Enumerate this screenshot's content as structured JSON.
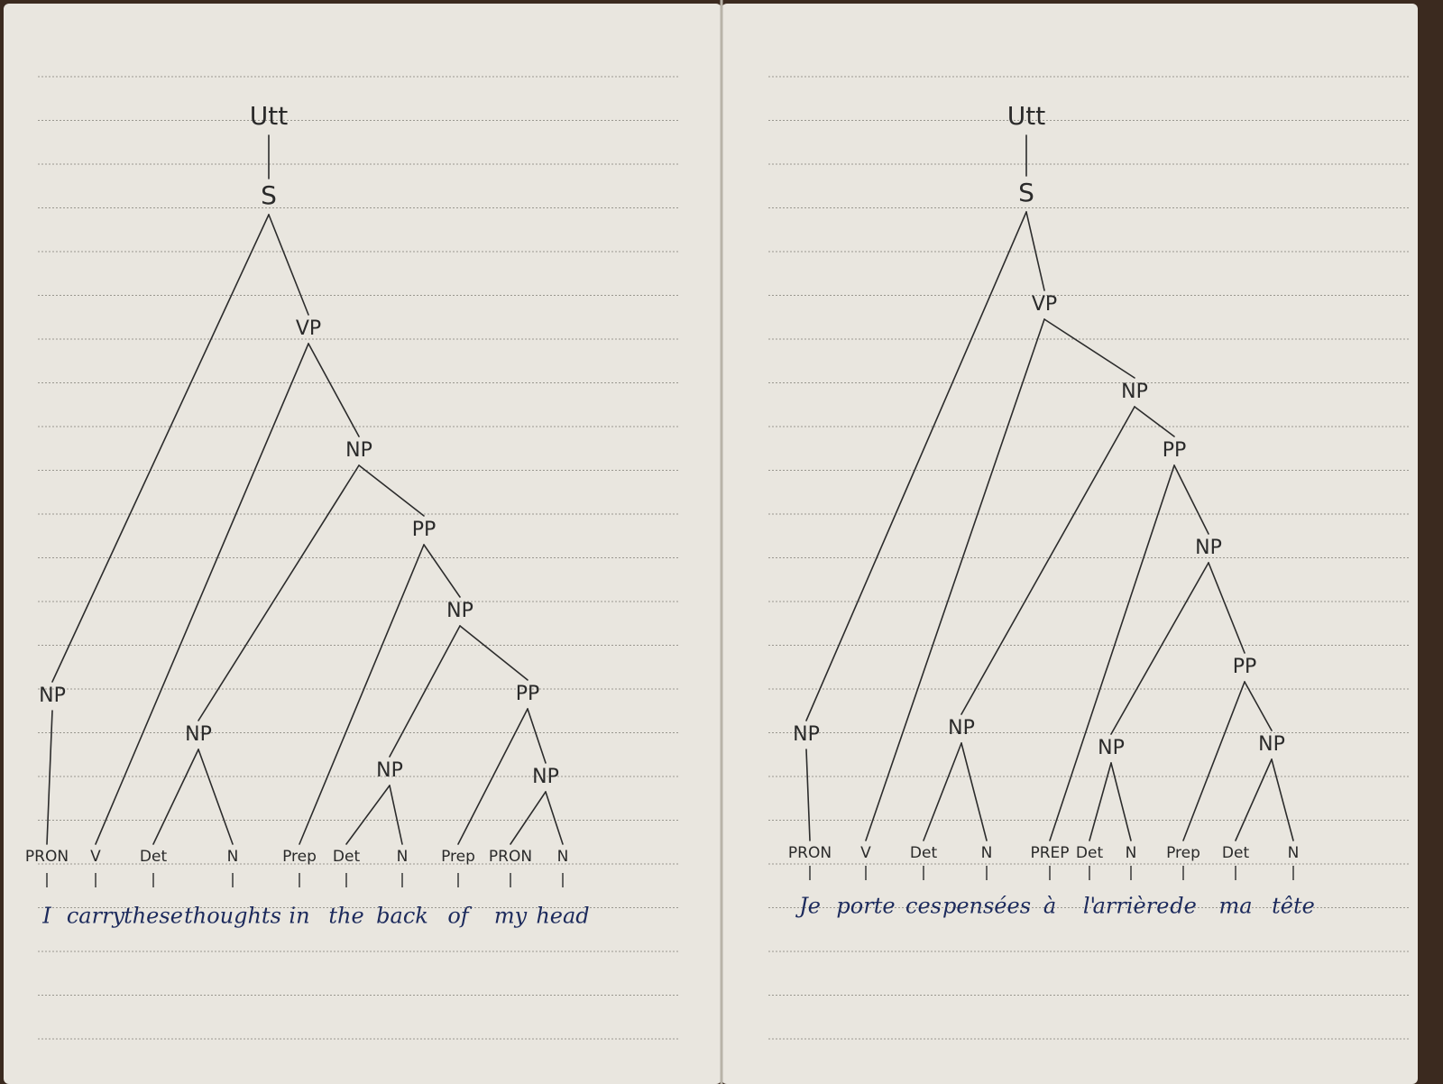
{
  "colors": {
    "background": "#3b2a1f",
    "paper": "#e9e6df",
    "paper_shadow": "#d8d4cb",
    "ink_pencil": "#2c2c2c",
    "ink_pen": "#1c2a5c",
    "rule": "#9a9890"
  },
  "pages": [
    {
      "id": "english",
      "tree": {
        "label": "Utt",
        "children": [
          {
            "label": "S",
            "children": [
              {
                "label": "NP",
                "children": [
                  {
                    "pos": "PRON",
                    "word": "I"
                  }
                ]
              },
              {
                "label": "VP",
                "children": [
                  {
                    "pos": "V",
                    "word": "carry"
                  },
                  {
                    "label": "NP",
                    "children": [
                      {
                        "label": "NP",
                        "children": [
                          {
                            "pos": "Det",
                            "word": "these"
                          },
                          {
                            "pos": "N",
                            "word": "thoughts"
                          }
                        ]
                      },
                      {
                        "label": "PP",
                        "children": [
                          {
                            "pos": "Prep",
                            "word": "in"
                          },
                          {
                            "label": "NP",
                            "children": [
                              {
                                "label": "NP",
                                "children": [
                                  {
                                    "pos": "Det",
                                    "word": "the"
                                  },
                                  {
                                    "pos": "N",
                                    "word": "back"
                                  }
                                ]
                              },
                              {
                                "label": "PP",
                                "children": [
                                  {
                                    "pos": "Prep",
                                    "word": "of"
                                  },
                                  {
                                    "label": "NP",
                                    "children": [
                                      {
                                        "pos": "PRON",
                                        "word": "my"
                                      },
                                      {
                                        "pos": "N",
                                        "word": "head"
                                      }
                                    ]
                                  }
                                ]
                              }
                            ]
                          }
                        ]
                      }
                    ]
                  }
                ]
              }
            ]
          }
        ]
      }
    },
    {
      "id": "french",
      "tree": {
        "label": "Utt",
        "children": [
          {
            "label": "S",
            "children": [
              {
                "label": "NP",
                "children": [
                  {
                    "pos": "PRON",
                    "word": "Je"
                  }
                ]
              },
              {
                "label": "VP",
                "children": [
                  {
                    "pos": "V",
                    "word": "porte"
                  },
                  {
                    "label": "NP",
                    "children": [
                      {
                        "label": "NP",
                        "children": [
                          {
                            "pos": "Det",
                            "word": "ces"
                          },
                          {
                            "pos": "N",
                            "word": "pensées"
                          }
                        ]
                      },
                      {
                        "label": "PP",
                        "children": [
                          {
                            "pos": "PREP",
                            "word": "à"
                          },
                          {
                            "label": "NP",
                            "children": [
                              {
                                "label": "NP",
                                "children": [
                                  {
                                    "pos": "Det",
                                    "word": "l'"
                                  },
                                  {
                                    "pos": "N",
                                    "word": "arrière"
                                  }
                                ]
                              },
                              {
                                "label": "PP",
                                "children": [
                                  {
                                    "pos": "Prep",
                                    "word": "de"
                                  },
                                  {
                                    "label": "NP",
                                    "children": [
                                      {
                                        "pos": "Det",
                                        "word": "ma"
                                      },
                                      {
                                        "pos": "N",
                                        "word": "tête"
                                      }
                                    ]
                                  }
                                ]
                              }
                            ]
                          }
                        ]
                      }
                    ]
                  }
                ]
              }
            ]
          }
        ]
      }
    }
  ]
}
